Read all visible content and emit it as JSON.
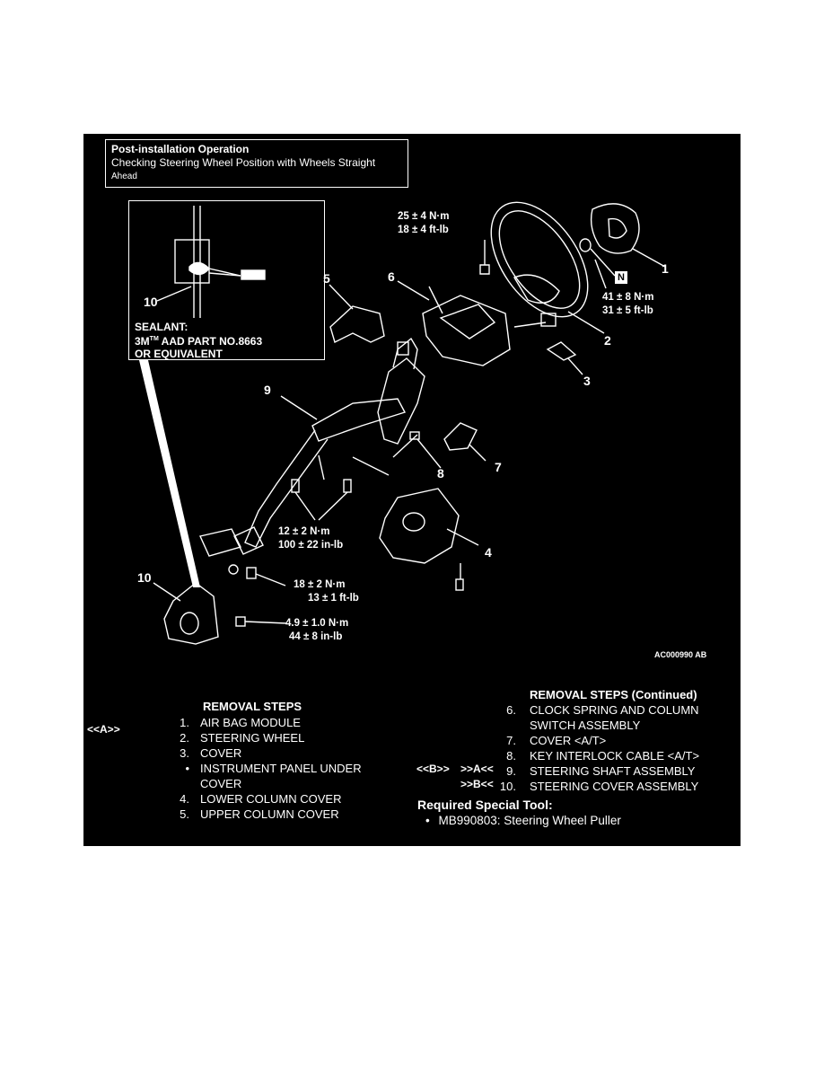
{
  "post_installation": {
    "title": "Post-installation Operation",
    "line1": "Checking Steering Wheel Position with Wheels Straight",
    "line2": "Ahead"
  },
  "inset": {
    "callout": "10",
    "sealant_line1": "SEALANT:",
    "sealant_brand": "3M",
    "sealant_tm": "TM",
    "sealant_part": " AAD PART NO.8663",
    "sealant_line3": "OR EQUIVALENT"
  },
  "callouts": {
    "c1": "1",
    "c2": "2",
    "c3": "3",
    "c4": "4",
    "c5": "5",
    "c6": "6",
    "c7": "7",
    "c8": "8",
    "c9": "9",
    "c10": "10",
    "nut_n": "N"
  },
  "torques": {
    "t_top_a": "25 ± 4 N·m",
    "t_top_b": "18 ± 4 ft-lb",
    "t_wheel_a": "41 ± 8 N·m",
    "t_wheel_b": "31 ± 5 ft-lb",
    "t_col_a": "12 ± 2 N·m",
    "t_col_b": "100 ± 22 in-lb",
    "t_shaft_a": "18 ± 2 N·m",
    "t_shaft_b": "13 ± 1 ft-lb",
    "t_cover_a": "4.9 ± 1.0 N·m",
    "t_cover_b": "44 ± 8 in-lb"
  },
  "figure_code": "AC000990 AB",
  "removal_left": {
    "heading": "REMOVAL STEPS",
    "mark_a": "<<A>>",
    "rows": [
      {
        "num": "1.",
        "label": "AIR BAG MODULE"
      },
      {
        "num": "2.",
        "label": "STEERING WHEEL"
      },
      {
        "num": "3.",
        "label": "COVER"
      },
      {
        "num": "•",
        "label": "INSTRUMENT PANEL UNDER"
      },
      {
        "num": "",
        "label": "COVER"
      },
      {
        "num": "4.",
        "label": "LOWER COLUMN COVER"
      },
      {
        "num": "5.",
        "label": "UPPER COLUMN COVER"
      }
    ]
  },
  "removal_right": {
    "heading": "REMOVAL STEPS (Continued)",
    "rows": [
      {
        "num": "6.",
        "label": "CLOCK SPRING AND COLUMN"
      },
      {
        "num": "",
        "label": "SWITCH ASSEMBLY"
      },
      {
        "num": "7.",
        "label": "COVER <A/T>"
      },
      {
        "num": "8.",
        "label": "KEY INTERLOCK CABLE <A/T>"
      },
      {
        "num": "9.",
        "label": "STEERING SHAFT ASSEMBLY"
      },
      {
        "num": "10.",
        "label": "STEERING COVER ASSEMBLY"
      }
    ],
    "mark_b": "<<B>>",
    "mark_a_in": ">>A<<",
    "mark_b_in": ">>B<<"
  },
  "special_tool": {
    "heading": "Required Special Tool:",
    "bullet": "•",
    "item": "MB990803: Steering Wheel Puller"
  }
}
